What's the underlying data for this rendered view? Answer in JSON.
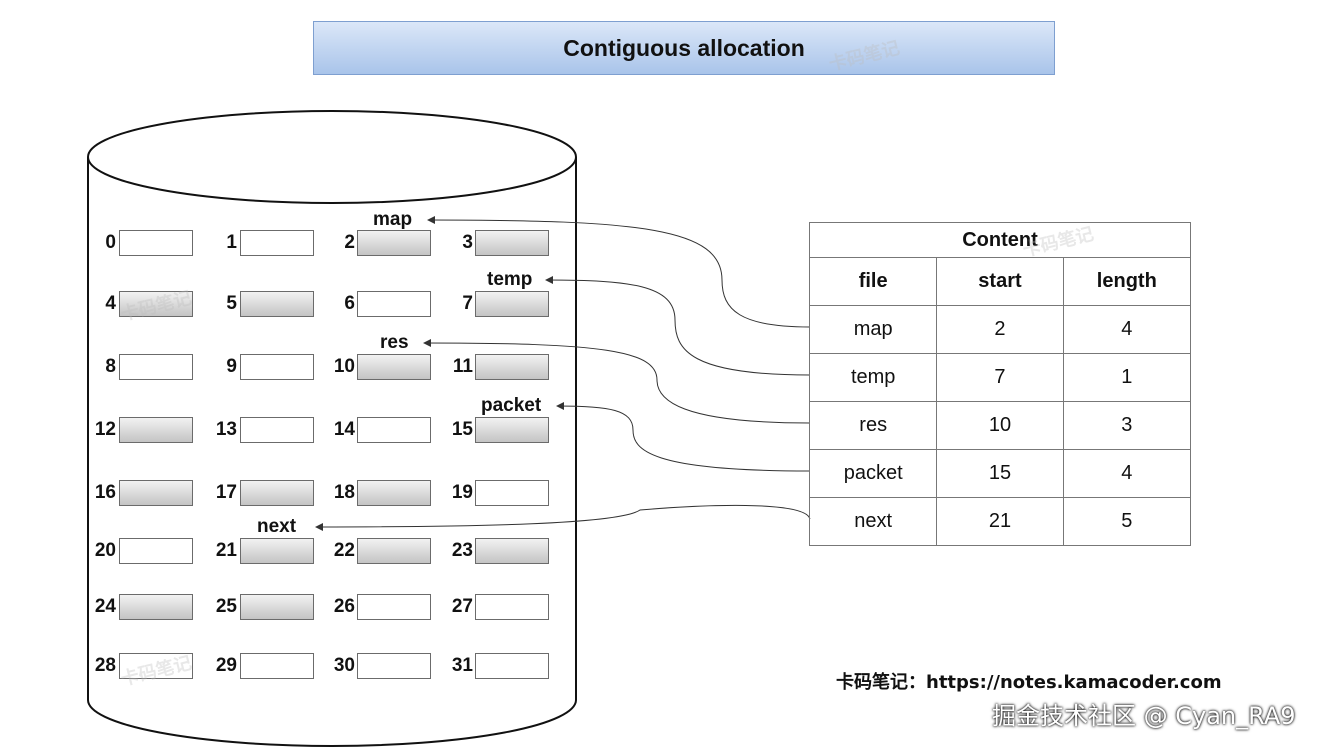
{
  "title": "Contiguous allocation",
  "watermark": "卡码笔记",
  "disk": {
    "blocks": [
      {
        "n": "0",
        "used": false
      },
      {
        "n": "1",
        "used": false
      },
      {
        "n": "2",
        "used": true
      },
      {
        "n": "3",
        "used": true
      },
      {
        "n": "4",
        "used": true
      },
      {
        "n": "5",
        "used": true
      },
      {
        "n": "6",
        "used": false
      },
      {
        "n": "7",
        "used": true
      },
      {
        "n": "8",
        "used": false
      },
      {
        "n": "9",
        "used": false
      },
      {
        "n": "10",
        "used": true
      },
      {
        "n": "11",
        "used": true
      },
      {
        "n": "12",
        "used": true
      },
      {
        "n": "13",
        "used": false
      },
      {
        "n": "14",
        "used": false
      },
      {
        "n": "15",
        "used": true
      },
      {
        "n": "16",
        "used": true
      },
      {
        "n": "17",
        "used": true
      },
      {
        "n": "18",
        "used": true
      },
      {
        "n": "19",
        "used": false
      },
      {
        "n": "20",
        "used": false
      },
      {
        "n": "21",
        "used": true
      },
      {
        "n": "22",
        "used": true
      },
      {
        "n": "23",
        "used": true
      },
      {
        "n": "24",
        "used": true
      },
      {
        "n": "25",
        "used": true
      },
      {
        "n": "26",
        "used": false
      },
      {
        "n": "27",
        "used": false
      },
      {
        "n": "28",
        "used": false
      },
      {
        "n": "29",
        "used": false
      },
      {
        "n": "30",
        "used": false
      },
      {
        "n": "31",
        "used": false
      }
    ],
    "file_labels": [
      "map",
      "temp",
      "res",
      "packet",
      "next"
    ]
  },
  "table": {
    "caption": "Content",
    "headers": [
      "file",
      "start",
      "length"
    ],
    "rows": [
      [
        "map",
        "2",
        "4"
      ],
      [
        "temp",
        "7",
        "1"
      ],
      [
        "res",
        "10",
        "3"
      ],
      [
        "packet",
        "15",
        "4"
      ],
      [
        "next",
        "21",
        "5"
      ]
    ]
  },
  "footer_note": "卡码笔记：https://notes.kamacoder.com",
  "attribution": "掘金技术社区 @ Cyan_RA9",
  "colors": {
    "title_bar_top": "#dbe7f8",
    "title_bar_bottom": "#a9c4ea",
    "used_block": "#c4c4c4",
    "free_block": "#ffffff"
  }
}
